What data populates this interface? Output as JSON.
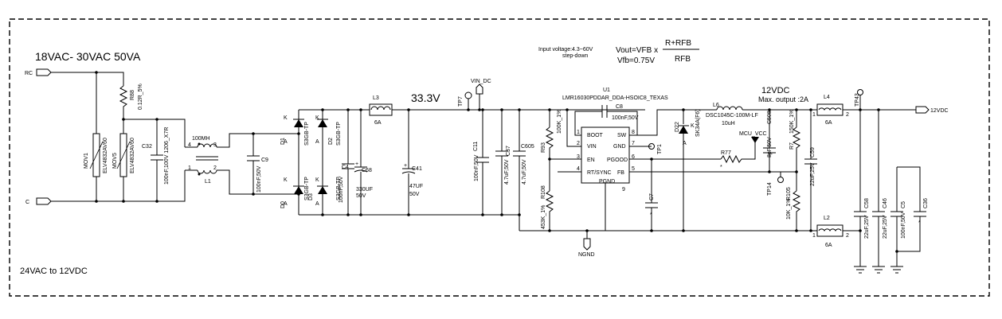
{
  "headings": {
    "input_spec": "18VAC- 30VAC  50VA",
    "rail_33v": "33.3V",
    "rail_12v": "12VDC",
    "max_output": "Max. output :2A",
    "footer": "24VAC to 12VDC",
    "input_voltage": "Input voltage:4.3~60V",
    "step_down": "step-down",
    "vout_formula": "Vout=VFB x",
    "ratio_num": "R+RFB",
    "ratio_den": "RFB",
    "vfb": "Vfb=0.75V"
  },
  "nets": {
    "rc": "RC",
    "c": "C",
    "vin_dc": "VIN_DC",
    "mcu_vcc": "MCU_VCC",
    "ngnd": "NGND",
    "out_12vdc": "12VDC"
  },
  "ic": {
    "ref": "U1",
    "part": "LMR16030PDDAR_DDA-HSOIC8_TEXAS",
    "pins": {
      "boot": "BOOT",
      "vin": "VIN",
      "en": "EN",
      "rt": "RT/SYNC",
      "sw": "SW",
      "gnd": "GND",
      "pgood": "PGOOD",
      "fb": "FB",
      "pgnd": "PGND",
      "gnd_pad": "9"
    },
    "pin_numbers": [
      "1",
      "2",
      "3",
      "4",
      "8",
      "7",
      "6",
      "5"
    ]
  },
  "components": {
    "movi1": "MOV1",
    "movi1_val": "ELV4832AV60",
    "mov5": "MOV5",
    "mov5_val": "ELV4832AV60",
    "r88": "R88",
    "r88_val": "0.12R_5%",
    "c32": "C32",
    "c32_val": "100nF,100V 1206_X7R",
    "l1": "L1",
    "l1_val": "100MH",
    "c9": "C9",
    "c9_val": "100nF,50V",
    "d1": "D1",
    "d2": "D2",
    "d0": "D0",
    "d3": "D3",
    "d_val": "S3GB-TP",
    "c4": "C4",
    "c4_val": "100nF,50V",
    "c68": "C68",
    "c68_val": "330UF",
    "c68_v": "50V",
    "l3": "L3",
    "l3_val": "6A",
    "c41": "C41",
    "c41_val": "47UF",
    "c41_v": "50V",
    "tp7": "TP7",
    "c11": "C11",
    "c11_val": "100nF,50V",
    "c37": "C37",
    "c37_val": "4.7uF,50V",
    "c605": "C605",
    "c605_val": "4.7uF,50V",
    "r93": "R93",
    "r93_val": "100K_1%",
    "r108": "R108",
    "r108_val": "453K_1%",
    "c8": "C8",
    "c8_val": "100nF,50V",
    "l6": "L6",
    "l6_part": "DSC1045C-100M-LF",
    "l6_val": "10uH",
    "d22": "D22",
    "d22_val": "SK34A(F6)",
    "c7": "C7",
    "tp": "TP1",
    "r77": "R77",
    "c508": "C508",
    "c508_val": "8pF,50V",
    "r7": "R7",
    "r7_val": "150K_1%",
    "c59": "C59",
    "c59_val": "22uF,25V",
    "tp14": "TP14",
    "r105": "R105",
    "r105_val": "10K_1%",
    "l4": "L4",
    "l4_val": "6A",
    "l2": "L2",
    "l2_val": "6A",
    "tp43": "TP43",
    "c58": "C58",
    "c58_val": "22uF,25V",
    "c46": "C46",
    "c46_val": "22uF,25V",
    "c5": "C5",
    "c5_val": "100nF,50V",
    "c36": "C36"
  },
  "pin_marks": {
    "k": "K",
    "a": "A",
    "one": "1",
    "two": "2",
    "three": "3",
    "four": "4"
  }
}
